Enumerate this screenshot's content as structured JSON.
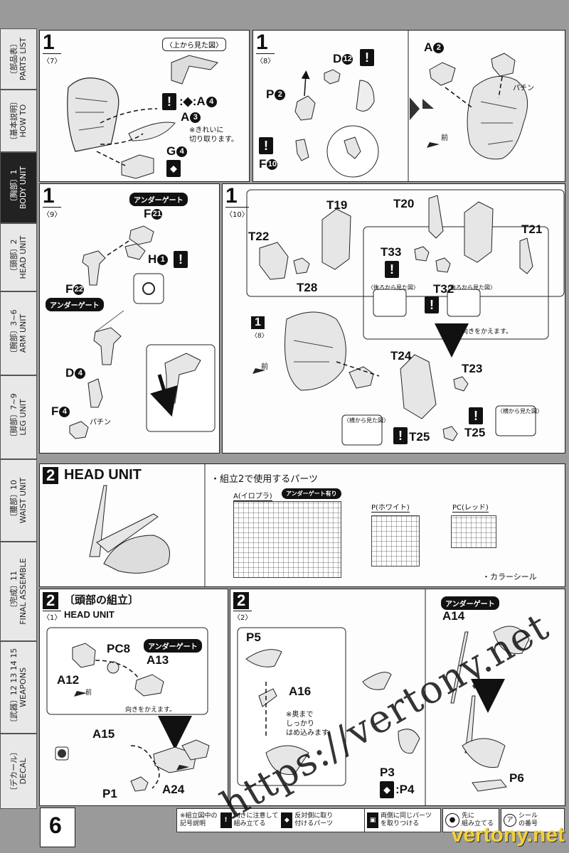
{
  "page_number": "6",
  "sidebar": {
    "items": [
      {
        "label": "〔部品表〕\nPARTS LIST",
        "active": false
      },
      {
        "label": "〔基本説明〕\nHOW TO",
        "active": false
      },
      {
        "label": "〔胸部〕1\nBODY UNIT",
        "active": true
      },
      {
        "label": "〔頭部〕2\nHEAD UNIT",
        "active": false
      },
      {
        "label": "〔腕部〕3~6\nARM UNIT",
        "active": false
      },
      {
        "label": "〔脚部〕7~9\nLEG UNIT",
        "active": false
      },
      {
        "label": "〔腰部〕10\nWAIST UNIT",
        "active": false
      },
      {
        "label": "〔完成〕11\nFINAL ASSEMBLE",
        "active": false
      },
      {
        "label": "〔武器〕12 13 14 15\nWEAPONS",
        "active": false
      },
      {
        "label": "〔デカール〕\nDECAL",
        "active": false
      }
    ]
  },
  "steps": {
    "s7": {
      "num": "1",
      "sub": "〈7〉",
      "callout_top": "〈上から見た図〉",
      "labels": {
        "a4": "A",
        "a4n": "4",
        "a3": "A",
        "a3n": "3",
        "g4": "G",
        "g4n": "4"
      },
      "note": "※きれいに\n切り取ります。"
    },
    "s8": {
      "num": "1",
      "sub": "〈8〉",
      "labels": {
        "d12": "D",
        "d12n": "12",
        "p2": "P",
        "p2n": "2",
        "f10": "F",
        "f10n": "10",
        "a2": "A",
        "a2n": "2"
      },
      "pachin": "パチン",
      "front": "前"
    },
    "s9": {
      "num": "1",
      "sub": "〈9〉",
      "under_gate": "アンダーゲート",
      "labels": {
        "f21": "F",
        "f21n": "21",
        "h1": "H",
        "h1n": "1",
        "f22": "F",
        "f22n": "22",
        "d4": "D",
        "d4n": "4",
        "f4": "F",
        "f4n": "4"
      },
      "pachin": "パチン"
    },
    "s10": {
      "num": "1",
      "sub": "〈10〉",
      "labels": {
        "t19": "T19",
        "t20": "T20",
        "t21": "T21",
        "t22": "T22",
        "t33": "T33",
        "t32": "T32",
        "t28": "T28",
        "t24": "T24",
        "t23": "T23",
        "t25a": "T25",
        "t25b": "T25"
      },
      "back_view": "〈後ろから見た図〉",
      "side_view": "〈横から見た図〉",
      "turn": "向きをかえます。",
      "ref": "1",
      "ref_sub": "〈8〉",
      "front": "前"
    },
    "head": {
      "num": "2",
      "title": "HEAD UNIT",
      "parts_title": "・組立2で使用するパーツ",
      "runner_a": "A(イロプラ)",
      "runner_a_tag": "アンダーゲート有り",
      "runner_p": "P(ホワイト)",
      "runner_pc": "PC(レッド)",
      "color_seal": "・カラーシール"
    },
    "h1": {
      "num": "2",
      "title": "〔頭部の組立〕",
      "sub": "〈1〉",
      "sub_title": "HEAD UNIT",
      "under_gate": "アンダーゲート",
      "labels": {
        "pc8": "PC8",
        "a13": "A13",
        "a12": "A12",
        "a15": "A15",
        "a24": "A24",
        "p1": "P1"
      },
      "turn": "向きをかえます。",
      "front": "前"
    },
    "h2": {
      "num": "2",
      "sub": "〈2〉",
      "labels": {
        "p5": "P5",
        "a16": "A16",
        "p3": "P3",
        "p4": ":P4",
        "a14": "A14",
        "p6": "P6"
      },
      "under_gate": "アンダーゲート",
      "note": "※奥まで\nしっかり\nはめ込みます。"
    }
  },
  "legend": {
    "title": "※組立図中の\n記号説明",
    "items": [
      {
        "icon": "!",
        "text": "向きに注意して\n組み立てる"
      },
      {
        "icon": "◆",
        "text": "反対側に取り\n付けるパーツ"
      },
      {
        "icon": "▣",
        "text": "両側に同じパーツ\nを取りつける"
      },
      {
        "icon": "●",
        "text": "先に\n組み立てる"
      },
      {
        "icon": "ア",
        "text": "シール\nの番号"
      }
    ]
  },
  "watermark": "https://vertony.net",
  "footer_site": "vertony.net"
}
